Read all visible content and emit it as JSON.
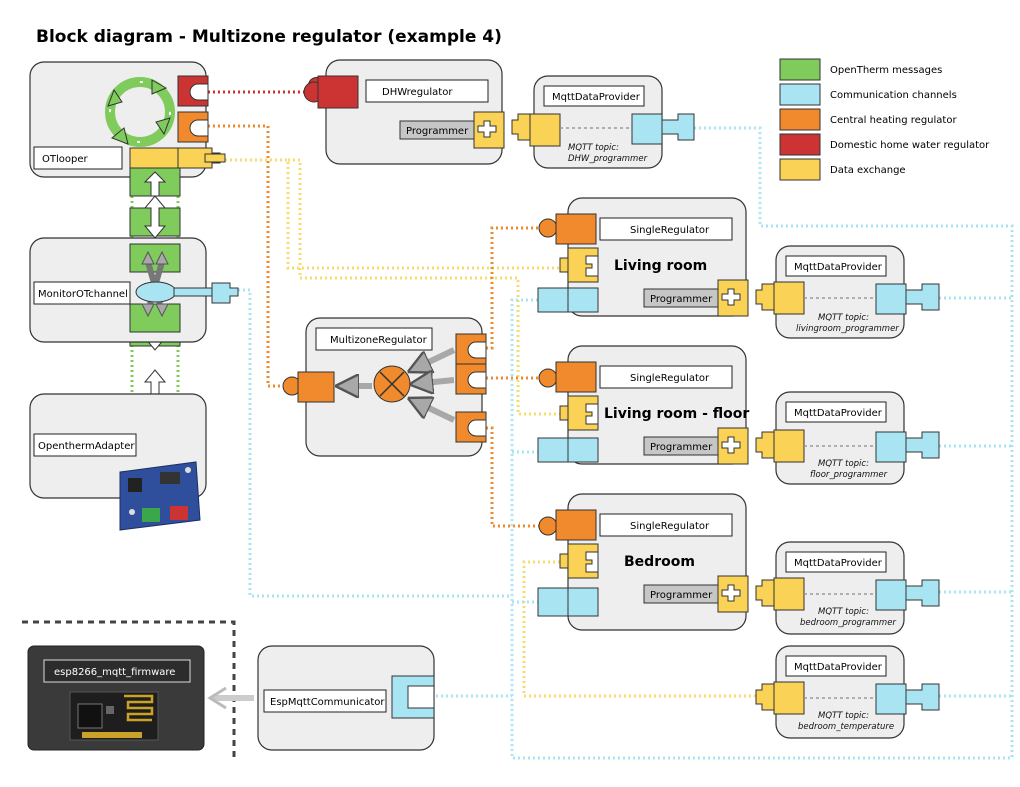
{
  "title": "Block diagram - Multizone regulator (example 4)",
  "legend": [
    {
      "label": "OpenTherm messages",
      "color": "#7fcb5c"
    },
    {
      "label": "Communication channels",
      "color": "#a9e4f3"
    },
    {
      "label": "Central heating regulator",
      "color": "#f08a2c"
    },
    {
      "label": "Domestic home water regulator",
      "color": "#cc3333"
    },
    {
      "label": "Data exchange",
      "color": "#fad356"
    }
  ],
  "modules": {
    "otlooper": "OTlooper",
    "monitor": "MonitorOTchannel",
    "adapter": "OpenthermAdapter",
    "dhw": "DHWregulator",
    "multizone": "MultizoneRegulator",
    "esp_comm": "EspMqttCommunicator",
    "firmware": "esp8266_mqtt_firmware",
    "single_regulator": "SingleRegulator",
    "mqtt_provider": "MqttDataProvider",
    "programmer": "Programmer",
    "mqtt_topic_label": "MQTT topic:"
  },
  "zones": [
    {
      "name": "Living room",
      "topic": "livingroom_programmer"
    },
    {
      "name": "Living room - floor",
      "topic": "floor_programmer"
    },
    {
      "name": "Bedroom",
      "topic": "bedroom_programmer"
    }
  ],
  "dhw_topic": "DHW_programmer",
  "temperature_topic": "bedroom_temperature"
}
